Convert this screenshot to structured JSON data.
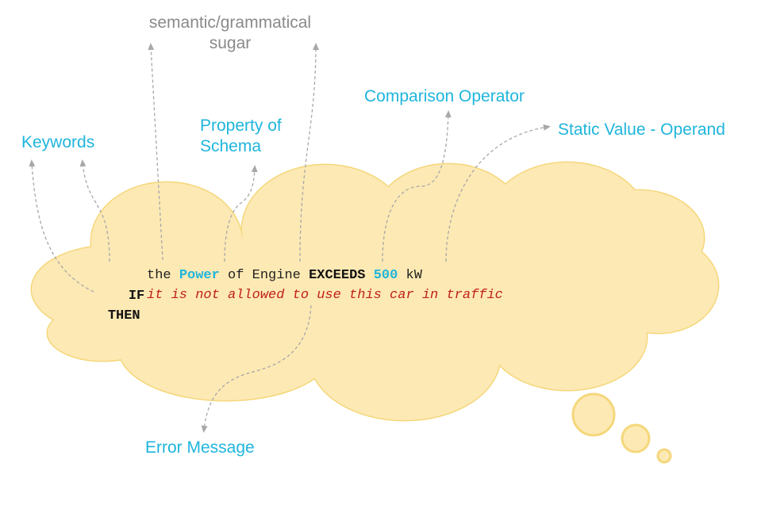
{
  "colors": {
    "cloud_fill": "#fde9b4",
    "cloud_stroke": "#f5d77b",
    "annotation_cyan": "#1fb5dc",
    "annotation_gray": "#8a8a8a",
    "keyword": "#111111",
    "error_text": "#c0201c",
    "arrow": "#a8a8a8"
  },
  "annotations": {
    "sugar_line1": "semantic/grammatical",
    "sugar_line2": "sugar",
    "keywords": "Keywords",
    "property_line1": "Property of",
    "property_line2": "Schema",
    "comparison": "Comparison Operator",
    "static_value": "Static Value - Operand",
    "error_message": "Error Message"
  },
  "rule": {
    "if_keyword": "IF",
    "then_keyword": "THEN",
    "article": "the",
    "property": "Power",
    "of_text": "of Engine",
    "operator": "EXCEEDS",
    "value": "500",
    "unit": "kW",
    "message": "it is not allowed to use this car in traffic"
  }
}
